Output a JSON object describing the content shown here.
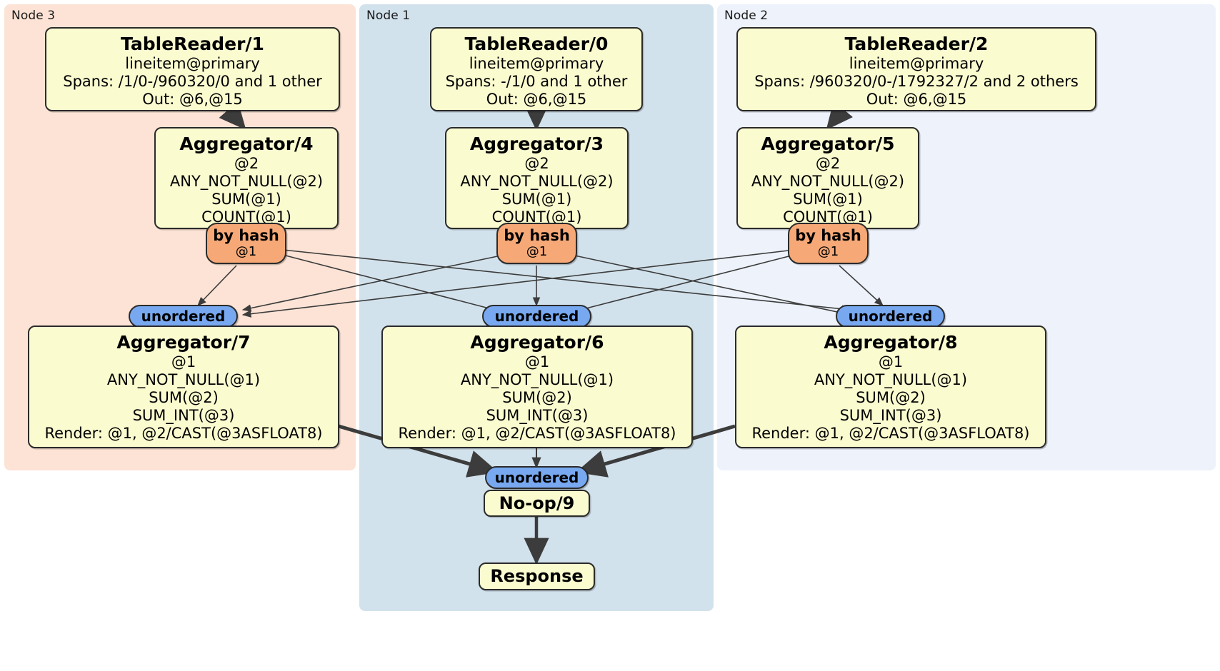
{
  "diagram": {
    "type": "distributed-query-plan",
    "colors": {
      "node3_panel": "#fce3d5",
      "node1_panel": "#d2e2ec",
      "node2_panel": "#edf2fb",
      "processor_box": "#fbfbd0",
      "hash_router": "#f6a977",
      "unordered_synchronizer": "#78a9f0",
      "edge": "#3c3c3c"
    },
    "nodes": [
      {
        "id": "node3",
        "label": "Node 3"
      },
      {
        "id": "node1",
        "label": "Node 1"
      },
      {
        "id": "node2",
        "label": "Node 2"
      }
    ],
    "processors": {
      "tablereader1": {
        "title": "TableReader/1",
        "lines": [
          "lineitem@primary",
          "Spans: /1/0-/960320/0 and 1 other",
          "Out: @6,@15"
        ]
      },
      "tablereader0": {
        "title": "TableReader/0",
        "lines": [
          "lineitem@primary",
          "Spans: -/1/0 and 1 other",
          "Out: @6,@15"
        ]
      },
      "tablereader2": {
        "title": "TableReader/2",
        "lines": [
          "lineitem@primary",
          "Spans: /960320/0-/1792327/2 and 2 others",
          "Out: @6,@15"
        ]
      },
      "aggregator4": {
        "title": "Aggregator/4",
        "lines": [
          "@2",
          "ANY_NOT_NULL(@2)",
          "SUM(@1)",
          "COUNT(@1)"
        ]
      },
      "aggregator3": {
        "title": "Aggregator/3",
        "lines": [
          "@2",
          "ANY_NOT_NULL(@2)",
          "SUM(@1)",
          "COUNT(@1)"
        ]
      },
      "aggregator5": {
        "title": "Aggregator/5",
        "lines": [
          "@2",
          "ANY_NOT_NULL(@2)",
          "SUM(@1)",
          "COUNT(@1)"
        ]
      },
      "aggregator7": {
        "title": "Aggregator/7",
        "lines": [
          "@1",
          "ANY_NOT_NULL(@1)",
          "SUM(@2)",
          "SUM_INT(@3)",
          "Render: @1, @2/CAST(@3ASFLOAT8)"
        ]
      },
      "aggregator6": {
        "title": "Aggregator/6",
        "lines": [
          "@1",
          "ANY_NOT_NULL(@1)",
          "SUM(@2)",
          "SUM_INT(@3)",
          "Render: @1, @2/CAST(@3ASFLOAT8)"
        ]
      },
      "aggregator8": {
        "title": "Aggregator/8",
        "lines": [
          "@1",
          "ANY_NOT_NULL(@1)",
          "SUM(@2)",
          "SUM_INT(@3)",
          "Render: @1, @2/CAST(@3ASFLOAT8)"
        ]
      },
      "noop9": {
        "title": "No-op/9",
        "lines": []
      },
      "response": {
        "title": "Response",
        "lines": []
      }
    },
    "routers": {
      "hash_node3": {
        "label": "by hash",
        "sublabel": "@1"
      },
      "hash_node1": {
        "label": "by hash",
        "sublabel": "@1"
      },
      "hash_node2": {
        "label": "by hash",
        "sublabel": "@1"
      },
      "unordered_node3": {
        "label": "unordered"
      },
      "unordered_node1": {
        "label": "unordered"
      },
      "unordered_node2": {
        "label": "unordered"
      },
      "unordered_final": {
        "label": "unordered"
      }
    }
  }
}
